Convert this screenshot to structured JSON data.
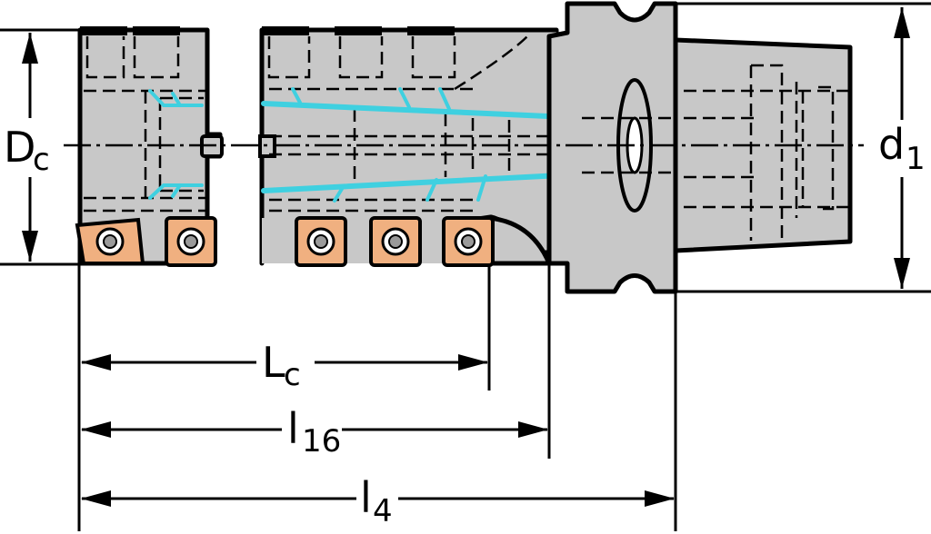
{
  "labels": {
    "dc_main": "D",
    "dc_sub": "c",
    "d1_main": "d",
    "d1_sub": "1",
    "lc_main": "L",
    "lc_sub": "c",
    "l16_main": "l",
    "l16_sub": "16",
    "l4_main": "l",
    "l4_sub": "4"
  },
  "colors": {
    "body": "#c8c8c8",
    "outline": "#000000",
    "coolant": "#3fd0e0",
    "insert": "#f0b080",
    "background": "#ffffff"
  }
}
